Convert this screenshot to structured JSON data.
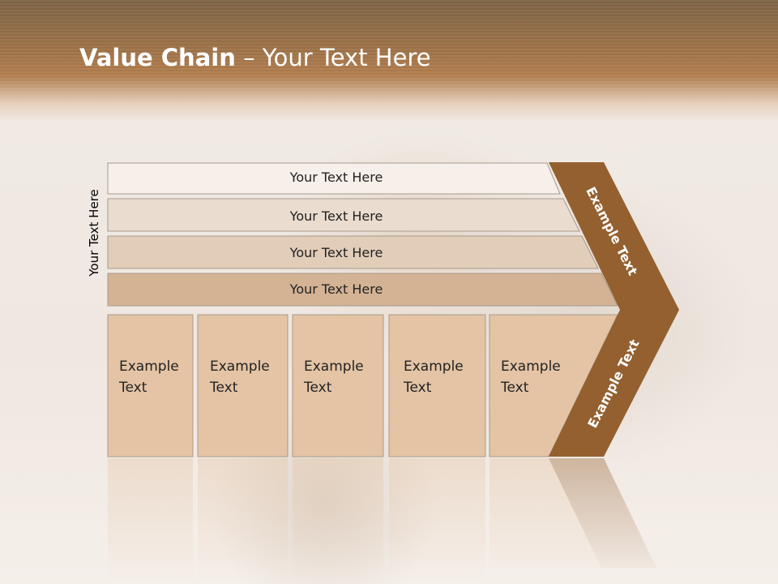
{
  "title": {
    "bold": "Value Chain",
    "rest": " – Your Text Here"
  },
  "side_label": "Your Text Here",
  "bars": [
    "Your Text Here",
    "Your Text Here",
    "Your Text Here",
    "Your Text Here"
  ],
  "columns": [
    {
      "line1": "Example",
      "line2": "Text"
    },
    {
      "line1": "Example",
      "line2": "Text"
    },
    {
      "line1": "Example",
      "line2": "Text"
    },
    {
      "line1": "Example",
      "line2": "Text"
    },
    {
      "line1": "Example",
      "line2": "Text"
    }
  ],
  "arrow": {
    "upper": "Example Text",
    "lower": "Example Text"
  },
  "colors": {
    "bar1": "#f6efea",
    "bar2": "#eaddd0",
    "bar3": "#e2cdb9",
    "bar4": "#d3b394",
    "column": "#e4c4a5",
    "arrow": "#94602f",
    "border": "#a89a8c"
  }
}
